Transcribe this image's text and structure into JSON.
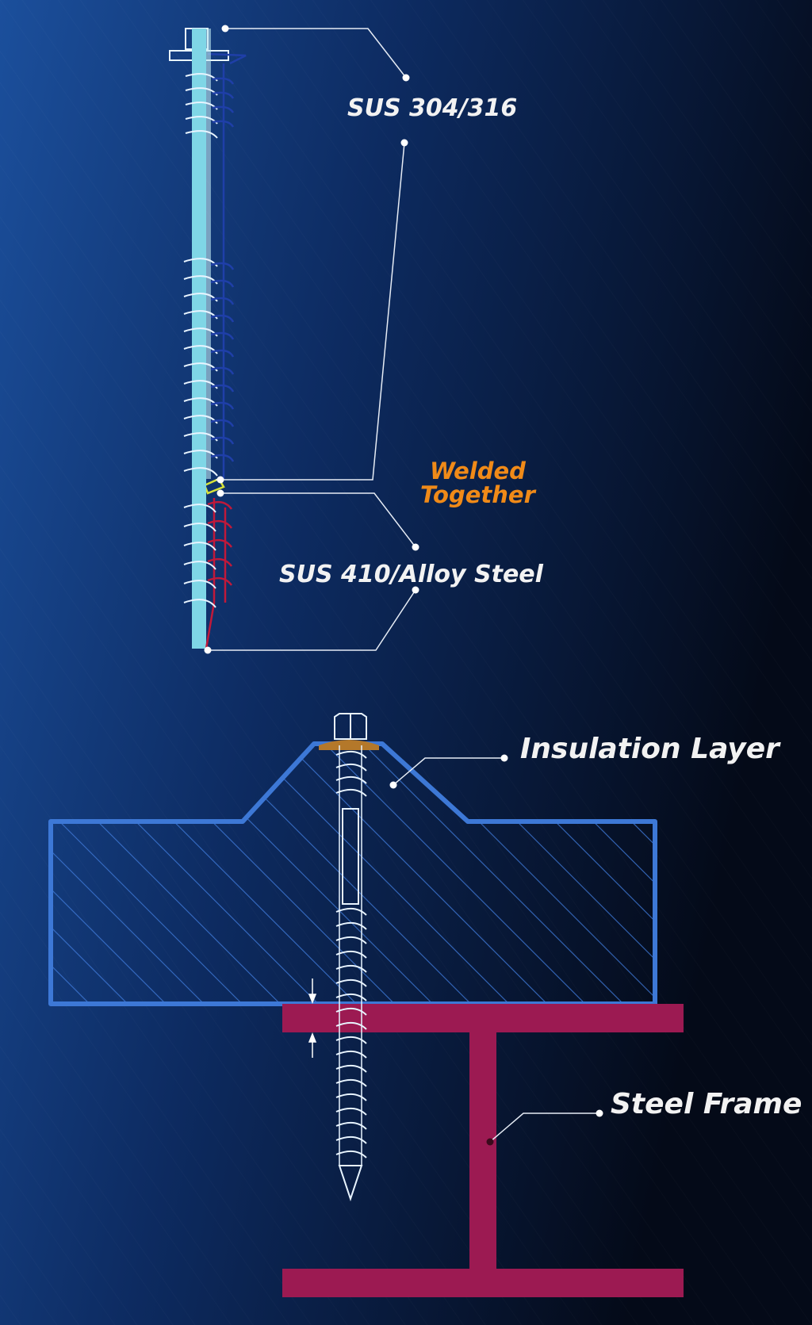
{
  "labels": {
    "sus_304_316": "SUS 304/316",
    "welded_line1": "Welded",
    "welded_line2": "Together",
    "sus_410": "SUS 410/Alloy Steel",
    "insulation": "Insulation Layer",
    "steel_frame": "Steel Frame"
  },
  "colors": {
    "background_light": "#1b4f9c",
    "background_dark": "#040a18",
    "screw_top": "#7fd6e6",
    "screw_thread_blue": "#1f3fa8",
    "screw_tip_red": "#c0193a",
    "weld_yellow": "#d8e23a",
    "label_text": "#f2f2f2",
    "welded_text": "#f08a18",
    "insulation_outline": "#3d78d6",
    "steel_frame": "#9c1a52",
    "washer_brown": "#b4782a"
  },
  "icons": {
    "screw_detail": "bimetal-screw-drawing",
    "installation": "screw-through-insulation-into-steel-frame"
  }
}
